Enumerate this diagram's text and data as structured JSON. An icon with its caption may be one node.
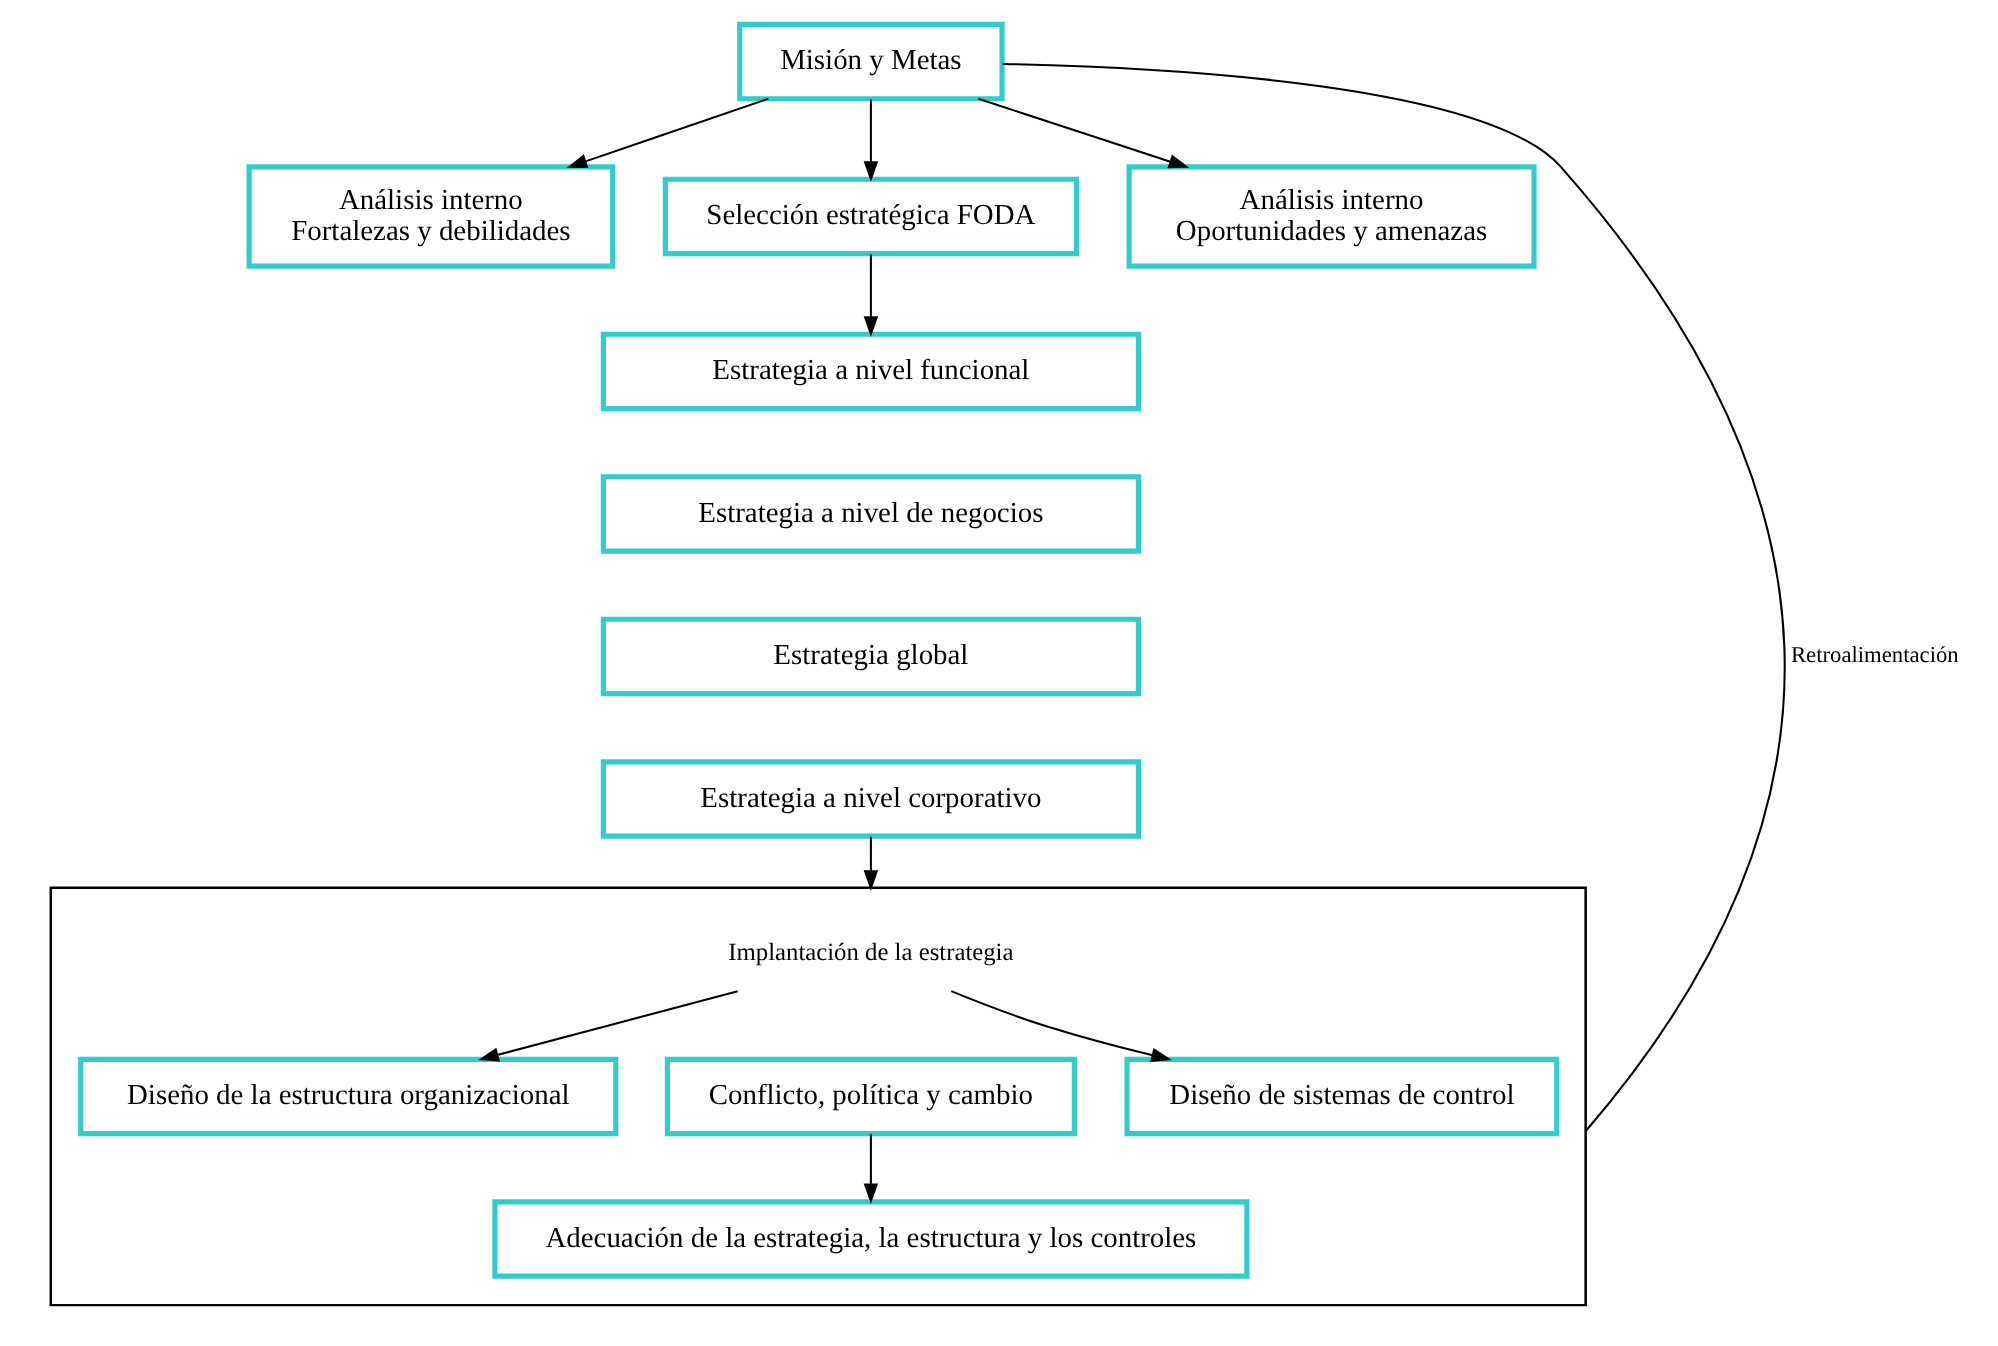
{
  "diagram": {
    "nodes": [
      {
        "text": [
          "Misión y Metas"
        ]
      },
      {
        "text": [
          "Análisis interno",
          "Fortalezas y debilidades"
        ]
      },
      {
        "text": [
          "Selección estratégica FODA"
        ]
      },
      {
        "text": [
          "Análisis interno",
          "Oportunidades y amenazas"
        ]
      },
      {
        "text": [
          "Estrategia a nivel funcional"
        ]
      },
      {
        "text": [
          "Estrategia a nivel de negocios"
        ]
      },
      {
        "text": [
          "Estrategia global"
        ]
      },
      {
        "text": [
          "Estrategia a nivel corporativo"
        ]
      },
      {
        "text": [],
        "shape": "box"
      },
      {
        "text": [
          "Implantación de la estrategia"
        ],
        "in": 8
      },
      {
        "text": [
          "Diseño de la estructura organizacional"
        ],
        "in": 8
      },
      {
        "text": [
          "Conflicto, política y cambio"
        ],
        "in": 8
      },
      {
        "text": [
          "Diseño de sistemas de control"
        ],
        "in": 8
      },
      {
        "text": [
          "Adecuación de la estrategia, la estructura y los controles"
        ],
        "in": 8
      }
    ],
    "edges": [
      {
        "from": 0,
        "to": 1,
        "arrow": "to"
      },
      {
        "from": 0,
        "to": 2,
        "arrow": "to"
      },
      {
        "from": 0,
        "to": 3,
        "arrow": "to"
      },
      {
        "from": 2,
        "to": 4,
        "arrow": "to"
      },
      {
        "from": 7,
        "to": 8,
        "arrow": "to"
      },
      {
        "from": 9,
        "to": 10,
        "arrow": "to"
      },
      {
        "from": 9,
        "to": 12,
        "arrow": "to"
      },
      {
        "from": 11,
        "to": 13,
        "arrow": "to"
      },
      {
        "from": 8,
        "to": 0,
        "arrow": "none",
        "label": "Retroalimentación"
      }
    ]
  }
}
